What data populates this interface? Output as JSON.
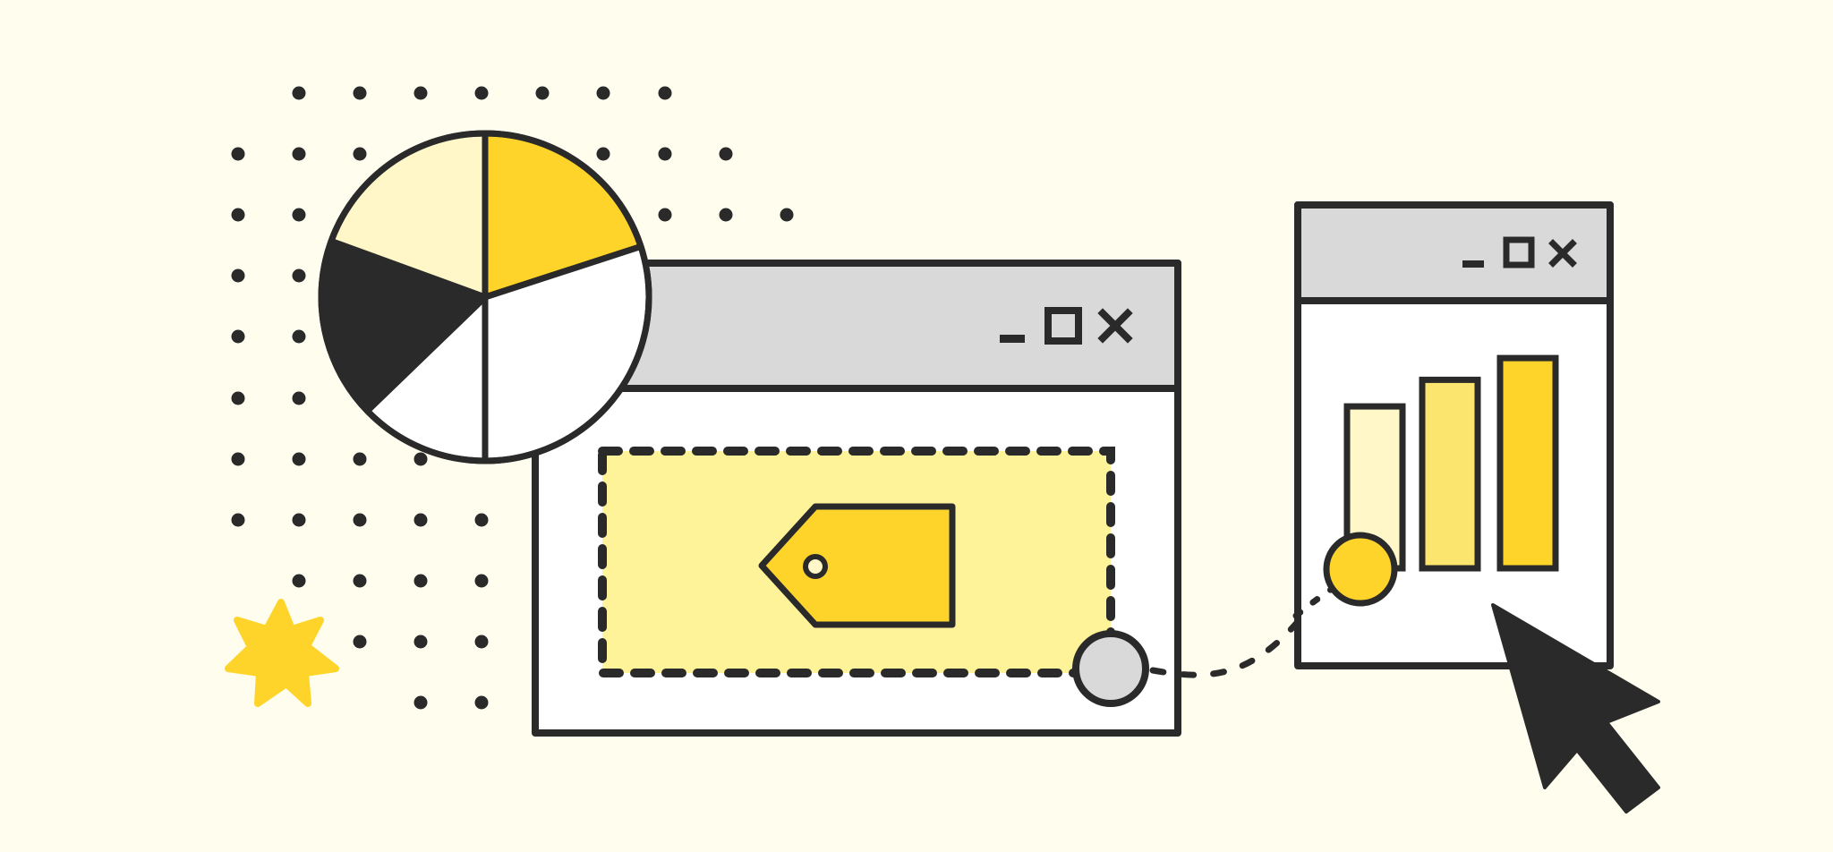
{
  "colors": {
    "background": "#fffdee",
    "outline": "#2a2a2a",
    "titlebar": "#d9d9d9",
    "window": "#ffffff",
    "yellow_dark": "#ffd42a",
    "yellow_mid": "#fbe56e",
    "yellow_light": "#fff7c8",
    "selection_fill": "#fff39a",
    "handle_grey": "#d9d9d9"
  },
  "icons": {
    "window_controls": [
      "minimize-icon",
      "maximize-icon",
      "close-icon"
    ],
    "tag": "price-tag-icon",
    "cursor": "mouse-pointer-icon",
    "sparkle": "eight-point-star-icon"
  },
  "pie_chart": {
    "slice_count": 5,
    "fills": [
      "#ffd42a",
      "#ffffff",
      "#ffffff",
      "#2a2a2a",
      "#fff7c8"
    ]
  },
  "bar_chart": {
    "bar_count": 3,
    "relative_levels": [
      0.67,
      0.78,
      0.87
    ],
    "fills": [
      "#fff7c8",
      "#fbe56e",
      "#ffd42a"
    ]
  }
}
